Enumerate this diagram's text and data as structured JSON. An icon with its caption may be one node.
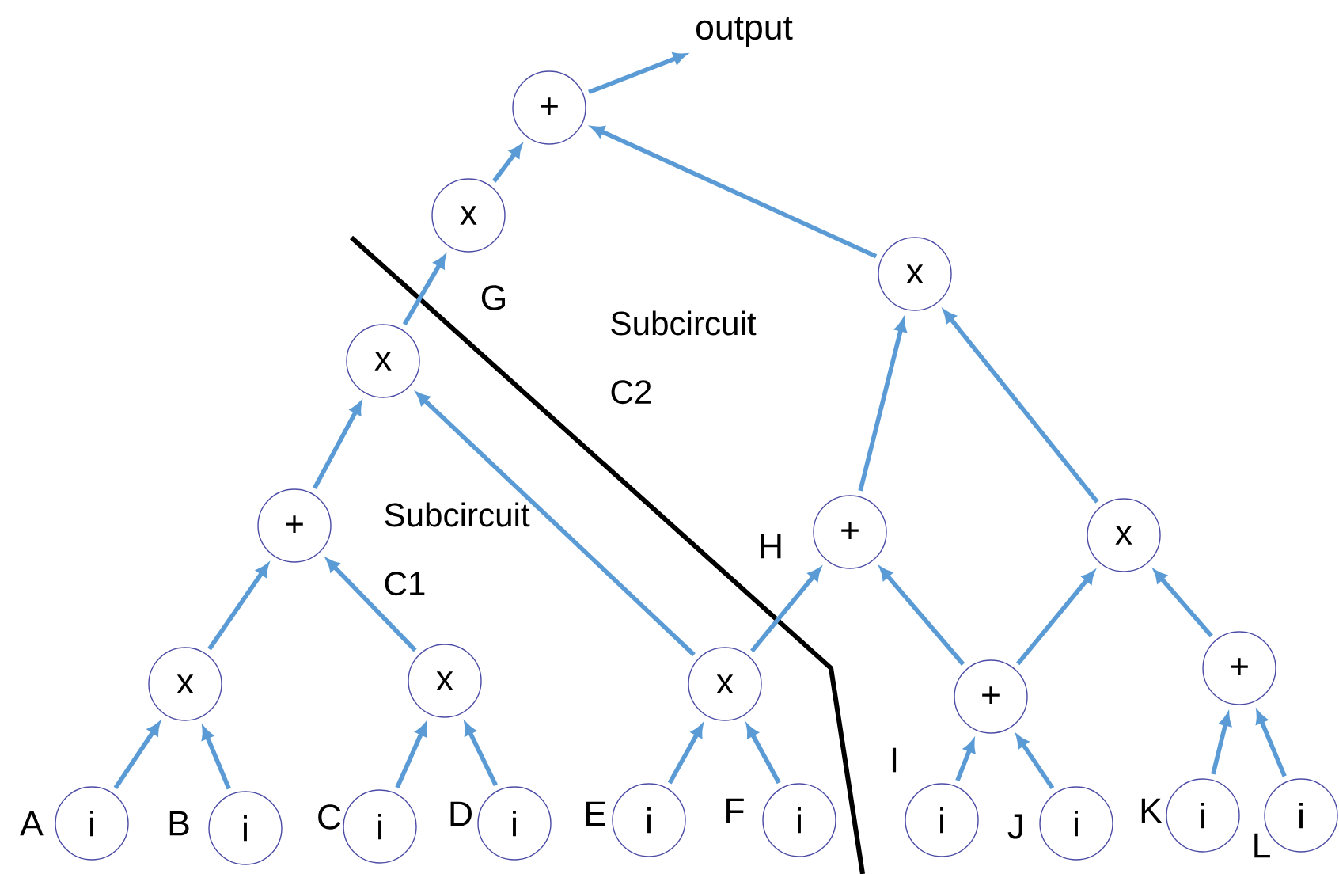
{
  "diagram": {
    "nodes": [
      {
        "text": [
          "+"
        ]
      },
      {
        "text": [
          "x"
        ],
        "beside": [
          "G"
        ]
      },
      {
        "text": [
          "x"
        ]
      },
      {
        "text": [
          "x"
        ]
      },
      {
        "text": [
          "+"
        ]
      },
      {
        "text": [
          "+"
        ],
        "beside": [
          "H"
        ]
      },
      {
        "text": [
          "x"
        ]
      },
      {
        "text": [
          "x"
        ]
      },
      {
        "text": [
          "x"
        ]
      },
      {
        "text": [
          "x"
        ]
      },
      {
        "text": [
          "+"
        ]
      },
      {
        "text": [
          "+"
        ]
      },
      {
        "text": [
          "i"
        ],
        "beside": [
          "A"
        ]
      },
      {
        "text": [
          "i"
        ],
        "beside": [
          "B"
        ]
      },
      {
        "text": [
          "i"
        ],
        "beside": [
          "C"
        ]
      },
      {
        "text": [
          "i"
        ],
        "beside": [
          "D"
        ]
      },
      {
        "text": [
          "i"
        ],
        "beside": [
          "E"
        ]
      },
      {
        "text": [
          "i"
        ],
        "beside": [
          "F"
        ]
      },
      {
        "text": [
          "i"
        ],
        "beside": [
          "I"
        ]
      },
      {
        "text": [
          "i"
        ],
        "beside": [
          "J"
        ]
      },
      {
        "text": [
          "i"
        ],
        "beside": [
          "K"
        ]
      },
      {
        "text": [
          "i"
        ],
        "beside": [
          "L"
        ]
      },
      {
        "text": [
          "output"
        ]
      }
    ],
    "edges": [
      {
        "from": 0,
        "to": 22,
        "arrow": "to"
      },
      {
        "from": 1,
        "to": 0,
        "arrow": "to"
      },
      {
        "from": 3,
        "to": 0,
        "arrow": "to"
      },
      {
        "from": 2,
        "to": 1,
        "arrow": "to"
      },
      {
        "from": 4,
        "to": 2,
        "arrow": "to"
      },
      {
        "from": 9,
        "to": 2,
        "arrow": "to"
      },
      {
        "from": 5,
        "to": 3,
        "arrow": "to"
      },
      {
        "from": 6,
        "to": 3,
        "arrow": "to"
      },
      {
        "from": 7,
        "to": 4,
        "arrow": "to"
      },
      {
        "from": 8,
        "to": 4,
        "arrow": "to"
      },
      {
        "from": 9,
        "to": 5,
        "arrow": "to"
      },
      {
        "from": 10,
        "to": 5,
        "arrow": "to"
      },
      {
        "from": 10,
        "to": 6,
        "arrow": "to"
      },
      {
        "from": 11,
        "to": 6,
        "arrow": "to"
      },
      {
        "from": 12,
        "to": 7,
        "arrow": "to"
      },
      {
        "from": 13,
        "to": 7,
        "arrow": "to"
      },
      {
        "from": 14,
        "to": 8,
        "arrow": "to"
      },
      {
        "from": 15,
        "to": 8,
        "arrow": "to"
      },
      {
        "from": 16,
        "to": 9,
        "arrow": "to"
      },
      {
        "from": 17,
        "to": 9,
        "arrow": "to"
      },
      {
        "from": 18,
        "to": 10,
        "arrow": "to"
      },
      {
        "from": 19,
        "to": 10,
        "arrow": "to"
      },
      {
        "from": 20,
        "to": 11,
        "arrow": "to"
      },
      {
        "from": 21,
        "to": 11,
        "arrow": "to"
      }
    ],
    "labels": [
      "Subcircuit C2",
      "Subcircuit C1"
    ]
  }
}
